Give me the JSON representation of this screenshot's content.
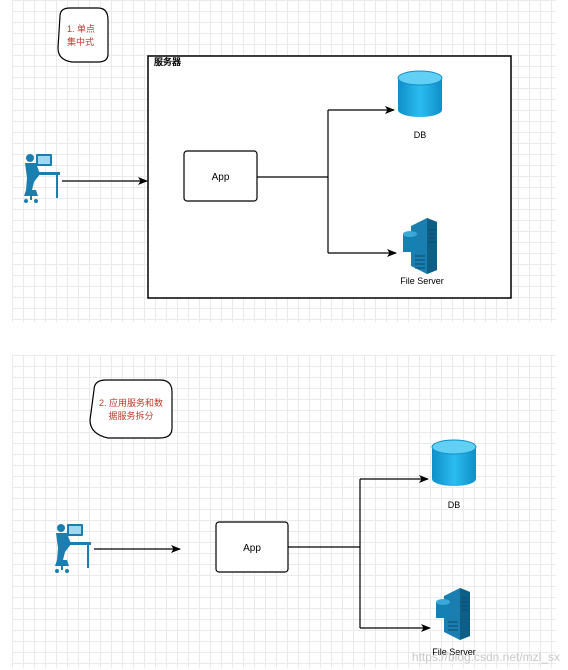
{
  "diagram1": {
    "note_lines": [
      "1. 单点",
      "集中式"
    ],
    "server_label": "服务器",
    "app_label": "App",
    "db_label": "DB",
    "file_server_label": "File Server"
  },
  "diagram2": {
    "note_lines": [
      "2. 应用服务和数",
      "据服务拆分"
    ],
    "app_label": "App",
    "db_label": "DB",
    "file_server_label": "File Server"
  },
  "watermark": "https://blog.csdn.net/mzl_sx",
  "colors": {
    "note_text": "#c0392b",
    "db": "#19a8e0",
    "server": "#1a7fb0",
    "user": "#1a7fb0",
    "line": "#000000"
  }
}
